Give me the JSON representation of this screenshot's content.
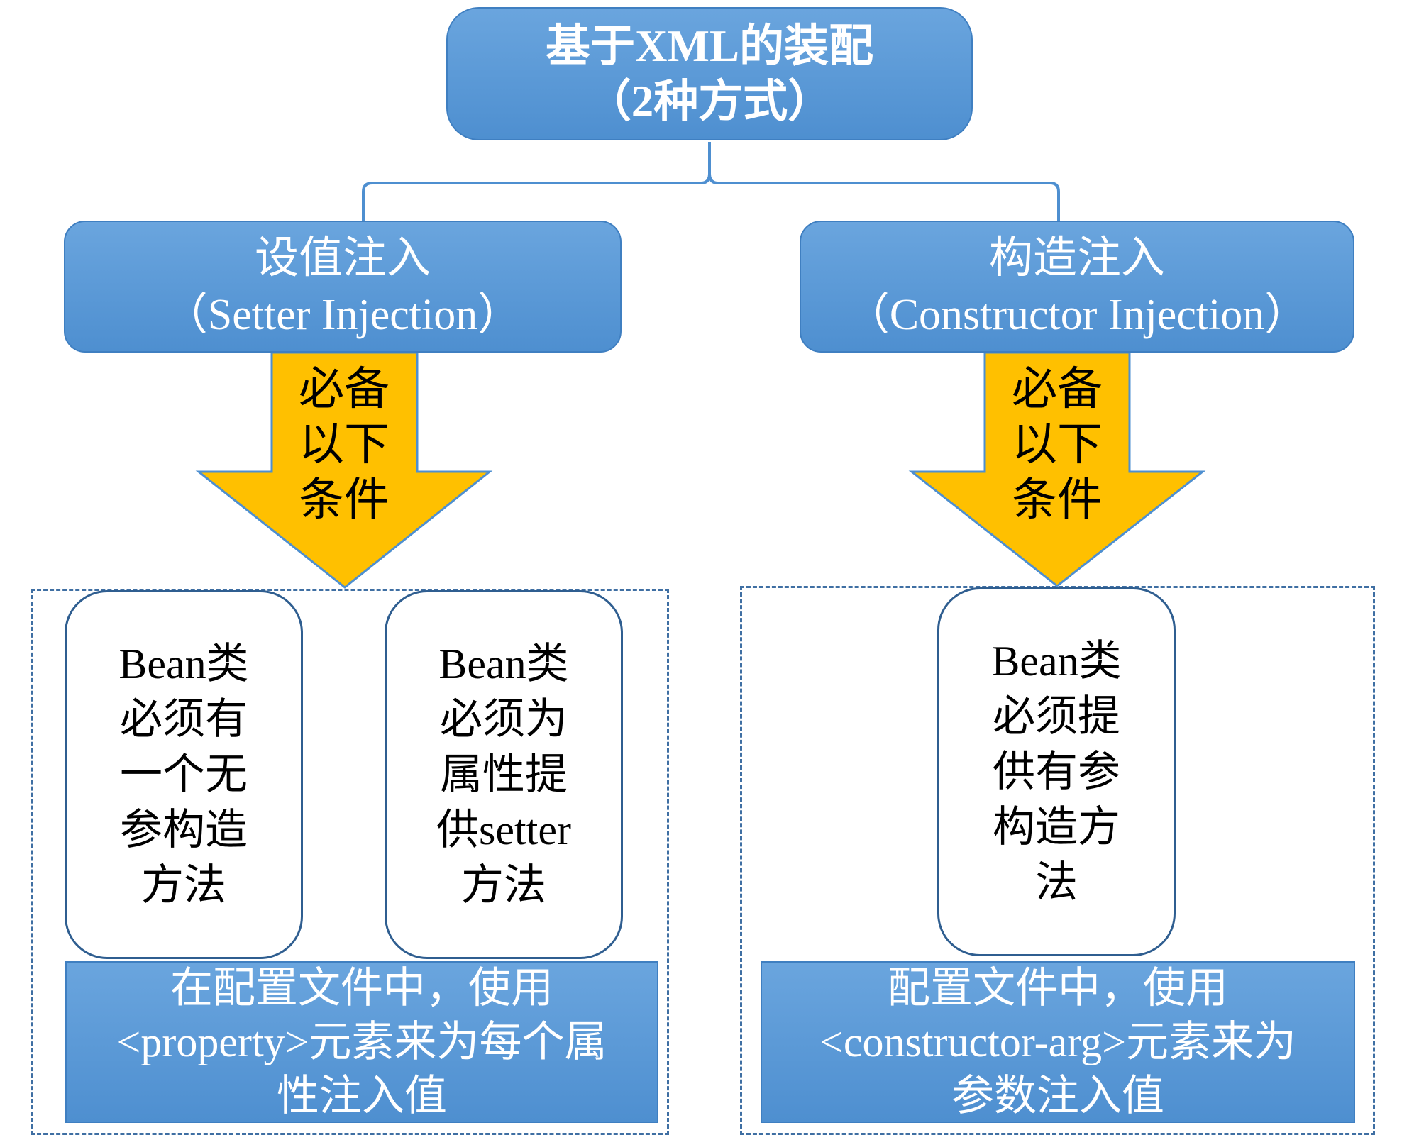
{
  "root": {
    "line1": "基于XML的装配",
    "line2": "（2种方式）"
  },
  "setter": {
    "title": "设值注入",
    "subtitle": "（Setter Injection）",
    "arrow_lines": [
      "必备",
      "以下",
      "条件"
    ],
    "conditions": [
      {
        "lines": [
          "Bean类",
          "必须有",
          "一个无",
          "参构造",
          "方法"
        ]
      },
      {
        "lines": [
          "Bean类",
          "必须为",
          "属性提",
          "供setter",
          "方法"
        ]
      }
    ],
    "config_lines": [
      "在配置文件中，使用",
      "<property>元素来为每个属",
      "性注入值"
    ]
  },
  "constructor": {
    "title": "构造注入",
    "subtitle": "（Constructor Injection）",
    "arrow_lines": [
      "必备",
      "以下",
      "条件"
    ],
    "conditions": [
      {
        "lines": [
          "Bean类",
          "必须提",
          "供有参",
          "构造方",
          "法"
        ]
      }
    ],
    "config_lines": [
      "配置文件中，使用",
      "<constructor-arg>元素来为",
      "参数注入值"
    ]
  },
  "colors": {
    "node_blue": "#5b9bd5",
    "arrow_gold": "#ffc000",
    "border_dark": "#2f5e90"
  }
}
